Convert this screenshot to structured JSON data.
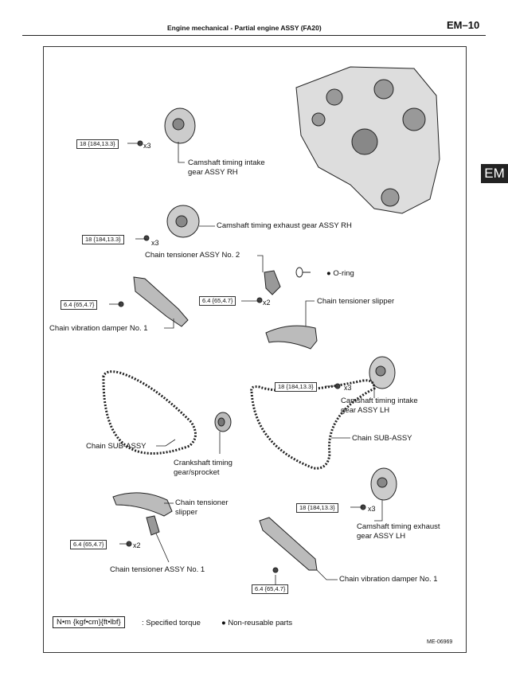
{
  "header": {
    "title": "Engine mechanical  -  Partial engine ASSY (FA20)",
    "page_number": "EM–10"
  },
  "section_tab": "EM",
  "torque_labels": {
    "cam_intake_rh": "18 {184,13.3}",
    "cam_exhaust_rh": "18 {184,13.3}",
    "damper_rh": "6.4 {65,4.7}",
    "tensioner_rh": "6.4 {65,4.7}",
    "cam_intake_lh": "18 {184,13.3}",
    "cam_exhaust_lh": "18 {184,13.3}",
    "tensioner_lh": "6.4 {65,4.7}",
    "damper_lh": "6.4 {65,4.7}"
  },
  "multipliers": {
    "x3": "x3",
    "x2": "x2"
  },
  "parts": {
    "cam_intake_rh": "Camshaft timing intake\ngear ASSY RH",
    "cam_exhaust_rh": "Camshaft timing exhaust gear ASSY RH",
    "tensioner_no2": "Chain tensioner ASSY No. 2",
    "oring": "O-ring",
    "tensioner_slipper_rh": "Chain tensioner slipper",
    "damper_rh": "Chain vibration damper No. 1",
    "cam_intake_lh": "Camshaft timing intake\ngear ASSY LH",
    "chain_left": "Chain SUB-ASSY",
    "chain_right": "Chain SUB-ASSY",
    "crank_gear": "Crankshaft timing\ngear/sprocket",
    "tensioner_slipper_lh": "Chain tensioner\nslipper",
    "cam_exhaust_lh": "Camshaft timing exhaust\ngear ASSY LH",
    "tensioner_no1": "Chain tensioner ASSY No. 1",
    "damper_lh": "Chain vibration damper No. 1"
  },
  "legend": {
    "torque_unit": "N•m {kgf•cm}{ft•lbf}",
    "torque_desc": ": Specified torque",
    "nonreusable": "Non-reusable parts"
  },
  "figure_code": "ME-06969"
}
